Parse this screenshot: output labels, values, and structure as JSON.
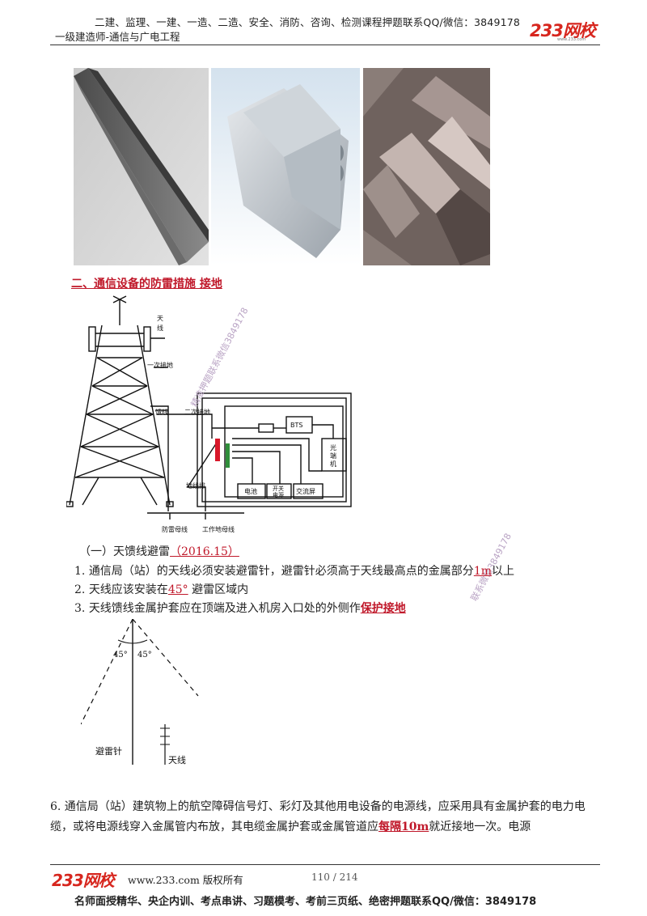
{
  "header": {
    "top_line": "二建、监理、一建、一造、二造、安全、消防、咨询、检测课程押题联系QQ/微信：3849178",
    "subtitle": "一级建造师-通信与广电工程",
    "logo": "233网校",
    "logo_small": "www.233.com"
  },
  "section": {
    "title": "二、通信设备的防雷措施 接地"
  },
  "diagram": {
    "labels": {
      "antenna": "天线",
      "first_ground": "一次接地",
      "feeder": "馈线",
      "second_ground": "二次接地",
      "bts": "BTS",
      "optical": "光端机",
      "ground_bar": "地线排",
      "battery": "电池",
      "switch_power": "开关电源",
      "ac_panel": "交流屏",
      "lightning_bus": "防雷母线",
      "work_ground_bus": "工作地母线"
    }
  },
  "subsection": {
    "title": "（一）天馈线避雷",
    "year": "（2016.15）"
  },
  "items": [
    {
      "num": "1.",
      "pre": "通信局（站）的天线必须安装避雷针，避雷针必须高于天线最高点的金属部分",
      "hl": "1m",
      "post": "以上"
    },
    {
      "num": "2.",
      "pre": "天线应该安装在",
      "hl": "45°",
      "post": " 避雷区域内"
    },
    {
      "num": "3.",
      "pre": "天线馈线金属护套应在顶端及进入机房入口处的外侧作",
      "hl": "保护接地",
      "post": ""
    }
  ],
  "angle_figure": {
    "left_angle": "45°",
    "right_angle": "45°",
    "rod_label": "避雷针",
    "antenna_label": "天线"
  },
  "paragraph": {
    "pre": "6. 通信局（站）建筑物上的航空障碍信号灯、彩灯及其他用电设备的电源线，应采用具有金属护套的电力电缆，或将电源线穿入金属管内布放，其电缆金属护套或金属管道应",
    "hl": "每隔10m",
    "post": "就近接地一次。电源"
  },
  "watermarks": [
    "精准押题联系微信3849178",
    "联系微信3849178"
  ],
  "footer": {
    "logo": "233网校",
    "site": "www.233.com 版权所有",
    "page": "110 / 214",
    "ad": "名师面授精华、央企内训、考点串讲、习题模考、考前三页纸、绝密押题联系QQ/微信：3849178"
  }
}
